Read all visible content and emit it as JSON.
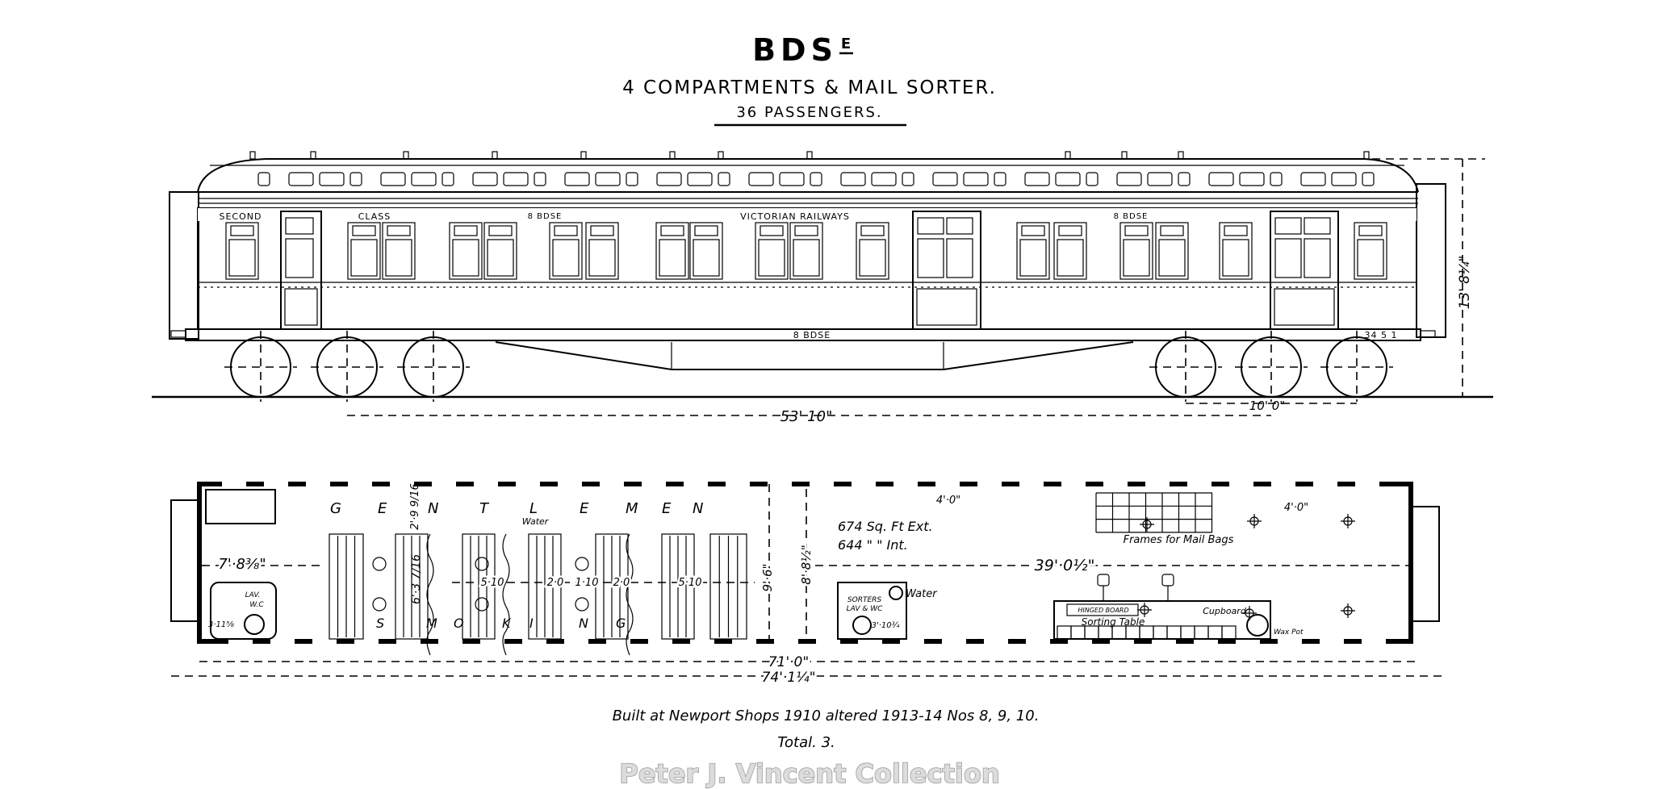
{
  "header": {
    "title": "BDS",
    "title_suffix": "E",
    "subtitle": "4 COMPARTMENTS & MAIL SORTER.",
    "passengers": "36 PASSENGERS."
  },
  "elevation": {
    "lettering": {
      "second": "SECOND",
      "class": "CLASS",
      "number_left": "8 BDSE",
      "railways": "VICTORIAN RAILWAYS",
      "number_right": "8 BDSE",
      "underframe_number": "8 BDSE",
      "underframe_code": "34 5 1"
    },
    "dimensions": {
      "bogie_centres": "53' 10\"",
      "wheelbase": "10' 0\"",
      "height": "13' 8¼\""
    }
  },
  "plan": {
    "gentlemen": [
      "G",
      "E",
      "N",
      "T",
      "L",
      "E",
      "M",
      "E",
      "N"
    ],
    "smoking": [
      "S",
      "M",
      "O",
      "K",
      "I",
      "N",
      "G"
    ],
    "labels": {
      "water_compartment": "Water",
      "lav_1": "LAV.",
      "lav_2": "W.C",
      "sorters_1": "SORTERS",
      "sorters_2": "LAV & WC",
      "water_sorters": "Water",
      "area_ext": "674 Sq. Ft Ext.",
      "area_int": "644  \"   \" Int.",
      "frames": "Frames for Mail Bags",
      "hinged_board": "HINGED BOARD",
      "sorting_table": "Sorting Table",
      "cupboard": "Cupboard",
      "wax_pot": "Wax Pot"
    },
    "dimensions": {
      "end_width": "7'·8⅜\"",
      "corridor": "2'·9 9/16",
      "compartment_height": "6'·3 7/16",
      "comp_1": "5·10",
      "comp_2": "2·0",
      "comp_3": "1·10",
      "comp_4": "2·0",
      "comp_5": "5·10",
      "lav_width": "3·11⅝",
      "width_ext": "9'·6\"",
      "width_int": "8'·8½\"",
      "door_1": "4'·0\"",
      "door_2": "4'·0\"",
      "sorting_length": "39'·0½\"",
      "sorters_lav": "3'·10¾",
      "body_length": "71'·0\"",
      "overall_length": "74'·1¼\""
    }
  },
  "footer": {
    "built": "Built at Newport Shops 1910 altered 1913-14 Nos 8, 9, 10.",
    "total": "Total. 3.",
    "watermark": "Peter J. Vincent Collection"
  }
}
